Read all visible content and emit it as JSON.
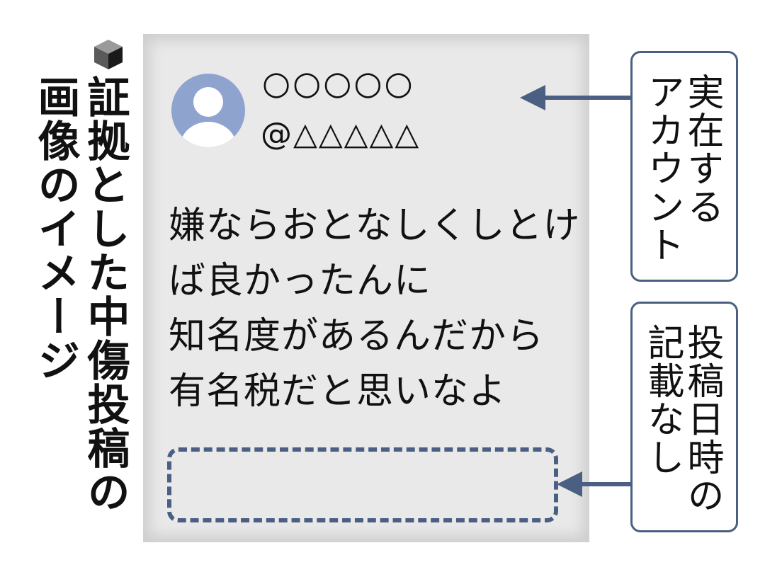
{
  "title": {
    "line1": "証拠とした中傷投稿の",
    "line2": "画像のイメージ"
  },
  "post": {
    "name": "○○○○○",
    "handle": "@△△△△△",
    "lines": [
      "嫌ならおとなしくしとけ",
      "ば良かったんに",
      "知名度があるんだから",
      "有名税だと思いなよ"
    ]
  },
  "callouts": {
    "account": {
      "line1": "実在する",
      "line2": "アカウント"
    },
    "date": {
      "line1": "投稿日時の",
      "line2": "記載なし"
    }
  },
  "colors": {
    "accent": "#4a5f82",
    "avatar": "#8fa3cf",
    "card": "#e9e9e9"
  },
  "icons": {
    "title_marker": "cube-icon",
    "avatar": "user-avatar-icon"
  }
}
